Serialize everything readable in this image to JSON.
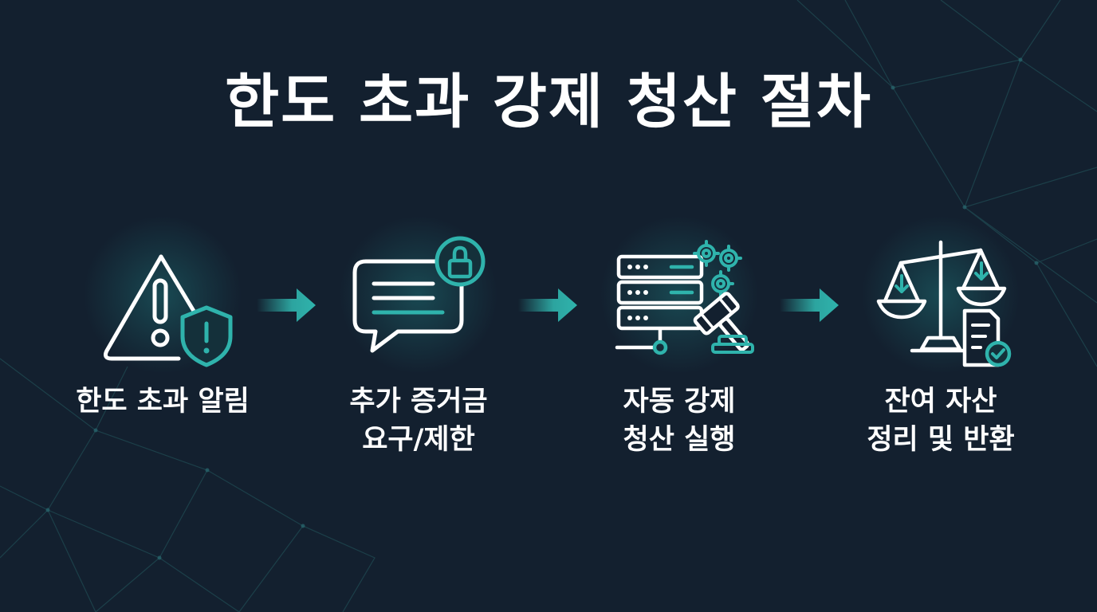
{
  "title": "한도 초과 강제 청산 절차",
  "steps": [
    {
      "label": "한도 초과 알림",
      "icon": "warning-shield-icon"
    },
    {
      "label": "추가 증거금\n요구/제한",
      "icon": "chat-lock-icon"
    },
    {
      "label": "자동 강제\n청산 실행",
      "icon": "server-gavel-gears-icon"
    },
    {
      "label": "잔여 자산\n정리 및 반환",
      "icon": "scale-document-check-icon"
    }
  ],
  "colors": {
    "background": "#13202f",
    "accent": "#2fb3ac",
    "icon_stroke": "#ffffff",
    "text": "#ffffff"
  }
}
